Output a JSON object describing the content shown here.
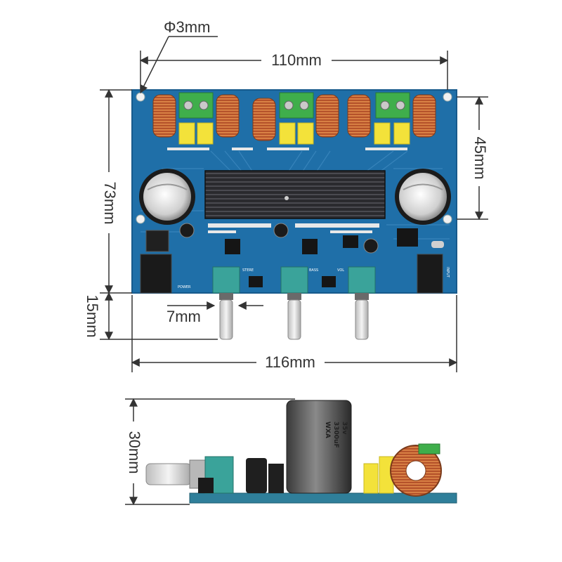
{
  "dimensions": {
    "hole_diameter": "Φ3mm",
    "width_holes": "110mm",
    "height_board": "73mm",
    "holes_vertical": "45mm",
    "knob_spacing": "7mm",
    "knob_protrusion": "15mm",
    "width_total": "116mm",
    "side_height": "30mm"
  },
  "board_labels": {
    "power": "POWER",
    "input": "INPUT",
    "stere": "STERE",
    "bass": "BASS",
    "vol": "VOL"
  },
  "capacitor_print": [
    "35v",
    "3300uF",
    "WXA"
  ],
  "colors": {
    "pcb": "#1f6fa8",
    "pcb_dark": "#175a8c",
    "heatsink": "#2a2a2e",
    "terminal_green": "#3fae4b",
    "cap_yellow": "#f3e23a",
    "coil_copper": "#b5522a",
    "dimension_line": "#333333"
  },
  "icons": [
    "dimension-arrow-icon",
    "mounting-hole-icon"
  ]
}
